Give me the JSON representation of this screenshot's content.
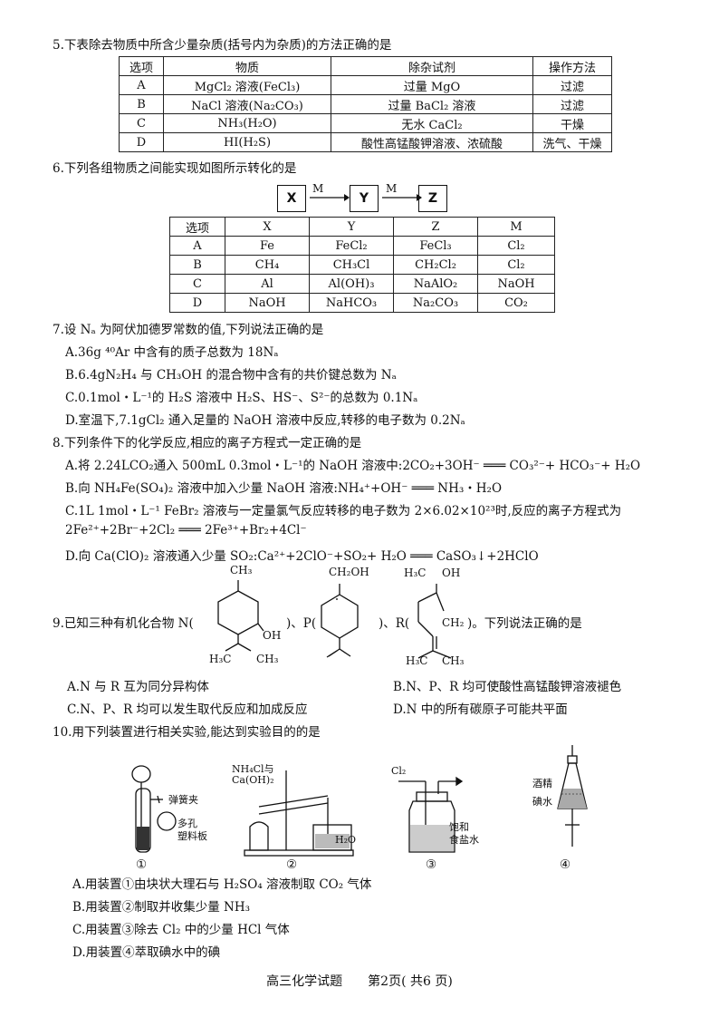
{
  "q5": {
    "title": "5.下表除去物质中所含少量杂质(括号内为杂质)的方法正确的是",
    "headers": [
      "选项",
      "物质",
      "除杂试剂",
      "操作方法"
    ],
    "rows": [
      [
        "A",
        "MgCl₂ 溶液(FeCl₃)",
        "过量 MgO",
        "过滤"
      ],
      [
        "B",
        "NaCl 溶液(Na₂CO₃)",
        "过量 BaCl₂ 溶液",
        "过滤"
      ],
      [
        "C",
        "NH₃(H₂O)",
        "无水 CaCl₂",
        "干燥"
      ],
      [
        "D",
        "HI(H₂S)",
        "酸性高锰酸钾溶液、浓硫酸",
        "洗气、干燥"
      ]
    ]
  },
  "q6": {
    "title": "6.下列各组物质之间能实现如图所示转化的是",
    "flow": {
      "x": "X",
      "y": "Y",
      "z": "Z",
      "m1": "M",
      "m2": "M"
    },
    "headers": [
      "选项",
      "X",
      "Y",
      "Z",
      "M"
    ],
    "rows": [
      [
        "A",
        "Fe",
        "FeCl₂",
        "FeCl₃",
        "Cl₂"
      ],
      [
        "B",
        "CH₄",
        "CH₃Cl",
        "CH₂Cl₂",
        "Cl₂"
      ],
      [
        "C",
        "Al",
        "Al(OH)₃",
        "NaAlO₂",
        "NaOH"
      ],
      [
        "D",
        "NaOH",
        "NaHCO₃",
        "Na₂CO₃",
        "CO₂"
      ]
    ]
  },
  "q7": {
    "title": "7.设 Nₐ 为阿伏加德罗常数的值,下列说法正确的是",
    "options": [
      "A.36g ⁴⁰Ar 中含有的质子总数为 18Nₐ",
      "B.6.4gN₂H₄ 与 CH₃OH 的混合物中含有的共价键总数为 Nₐ",
      "C.0.1mol・L⁻¹的 H₂S 溶液中 H₂S、HS⁻、S²⁻的总数为 0.1Nₐ",
      "D.室温下,7.1gCl₂ 通入足量的 NaOH 溶液中反应,转移的电子数为 0.2Nₐ"
    ]
  },
  "q8": {
    "title": "8.下列条件下的化学反应,相应的离子方程式一定正确的是",
    "options": [
      "A.将 2.24LCO₂通入 500mL 0.3mol・L⁻¹的 NaOH 溶液中:2CO₂+3OH⁻ ═══ CO₃²⁻+ HCO₃⁻+ H₂O",
      "B.向 NH₄Fe(SO₄)₂ 溶液中加入少量 NaOH 溶液:NH₄⁺+OH⁻ ═══ NH₃・H₂O",
      "C.1L 1mol・L⁻¹ FeBr₂ 溶液与一定量氯气反应转移的电子数为 2×6.02×10²³时,反应的离子方程式为",
      "2Fe²⁺+2Br⁻+2Cl₂ ═══ 2Fe³⁺+Br₂+4Cl⁻",
      "D.向 Ca(ClO)₂ 溶液通入少量 SO₂:Ca²⁺+2ClO⁻+SO₂+ H₂O ═══ CaSO₃↓+2HClO"
    ]
  },
  "q9": {
    "title_prefix": "9.已知三种有机化合物 N(",
    "title_mid1": ")、P(",
    "title_mid2": ")、R(",
    "title_suffix": ")。下列说法正确的是",
    "labels": {
      "ch3": "CH₃",
      "oh": "OH",
      "ch2oh": "CH₂OH",
      "h3c": "H₃C",
      "ch2": "CH₂"
    },
    "options": [
      "A.N 与 R 互为同分异构体",
      "B.N、P、R 均可使酸性高锰酸钾溶液褪色",
      "C.N、P、R 均可以发生取代反应和加成反应",
      "D.N 中的所有碳原子可能共平面"
    ]
  },
  "q10": {
    "title": "10.用下列装置进行相关实验,能达到实验目的的是",
    "labels": {
      "clamp": "弹簧夹",
      "plate1": "多孔",
      "plate2": "塑料板",
      "reagent1": "NH₄Cl与",
      "reagent2": "Ca(OH)₂",
      "water": "H₂O",
      "cl2": "Cl₂",
      "brine1": "饱和",
      "brine2": "食盐水",
      "alcohol": "酒精",
      "iodine": "碘水",
      "n1": "①",
      "n2": "②",
      "n3": "③",
      "n4": "④"
    },
    "options": [
      "A.用装置①由块状大理石与 H₂SO₄ 溶液制取 CO₂ 气体",
      "B.用装置②制取并收集少量 NH₃",
      "C.用装置③除去 Cl₂ 中的少量 HCl 气体",
      "D.用装置④萃取碘水中的碘"
    ]
  },
  "footer": "高三化学试题　　第2页( 共6 页)"
}
